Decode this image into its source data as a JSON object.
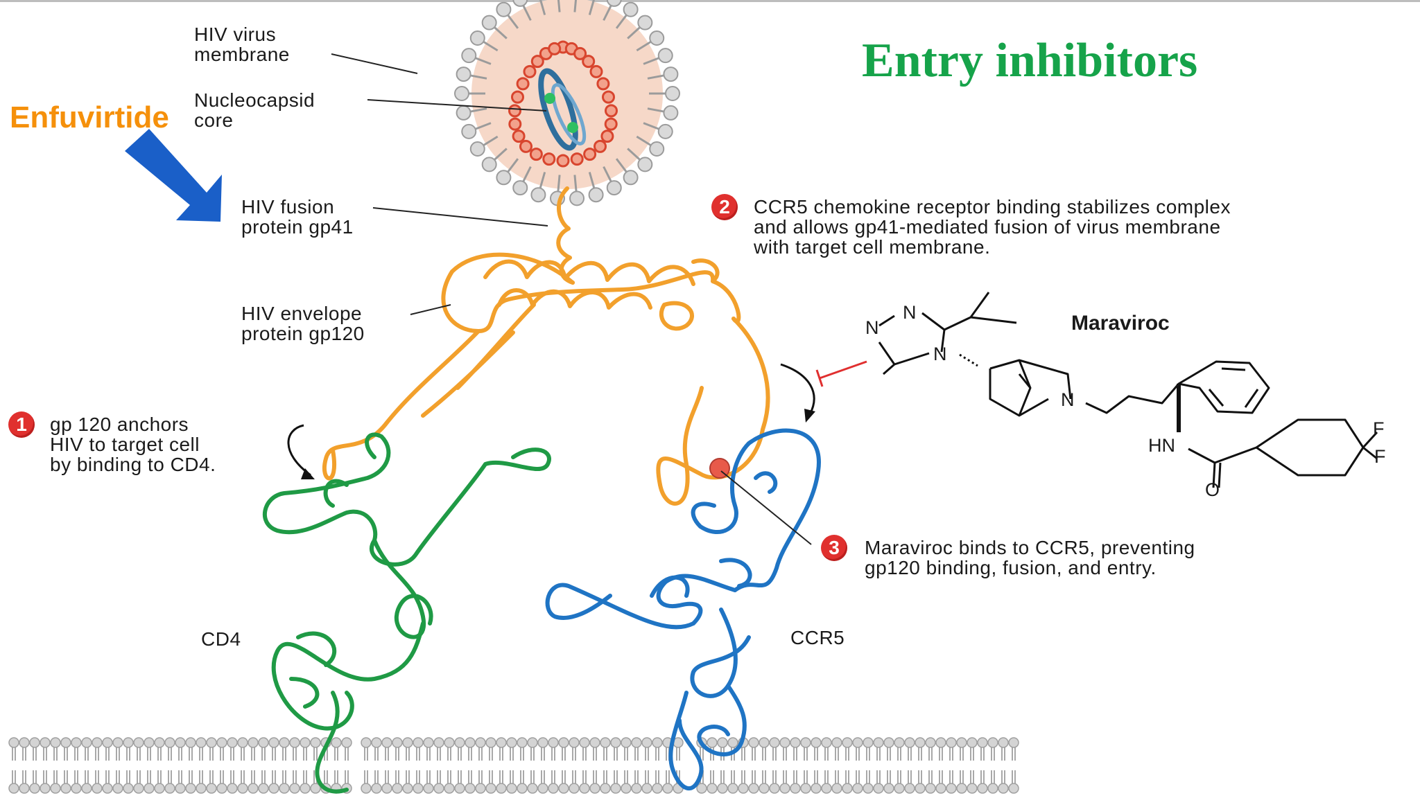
{
  "title": "Entry inhibitors",
  "drug_label": "Enfuvirtide",
  "colors": {
    "title": "#16a34a",
    "drug_label": "#f5900b",
    "arrow": "#1a5fc8",
    "gp": "#f2a02c",
    "cd4": "#1f9a45",
    "ccr5": "#1f74c4",
    "badge": "#e0302e",
    "inhibit": "#e02f2f"
  },
  "labels": {
    "virus_membrane": [
      "HIV virus",
      "membrane"
    ],
    "nucleocapsid": [
      "Nucleocapsid",
      "core"
    ],
    "gp41": [
      "HIV fusion",
      "protein gp41"
    ],
    "gp120": [
      "HIV envelope",
      "protein gp120"
    ],
    "cd4": "CD4",
    "ccr5": "CCR5"
  },
  "steps": [
    {
      "number": "1",
      "lines": [
        "gp 120 anchors",
        "HIV to target cell",
        "by binding to CD4."
      ]
    },
    {
      "number": "2",
      "lines": [
        "CCR5 chemokine receptor binding stabilizes complex",
        "and allows gp41-mediated fusion of virus membrane",
        "with target cell membrane."
      ]
    },
    {
      "number": "3",
      "lines": [
        "Maraviroc binds to CCR5, preventing",
        "gp120 binding, fusion, and entry."
      ]
    }
  ],
  "molecule": {
    "name": "Maraviroc",
    "atoms": {
      "n_ring_1": "N",
      "n_ring_2": "N",
      "n_ring_3": "N",
      "n_bridge": "N",
      "amide": "HN",
      "oxygen": "O",
      "fluorine_1": "F",
      "fluorine_2": "F"
    }
  }
}
